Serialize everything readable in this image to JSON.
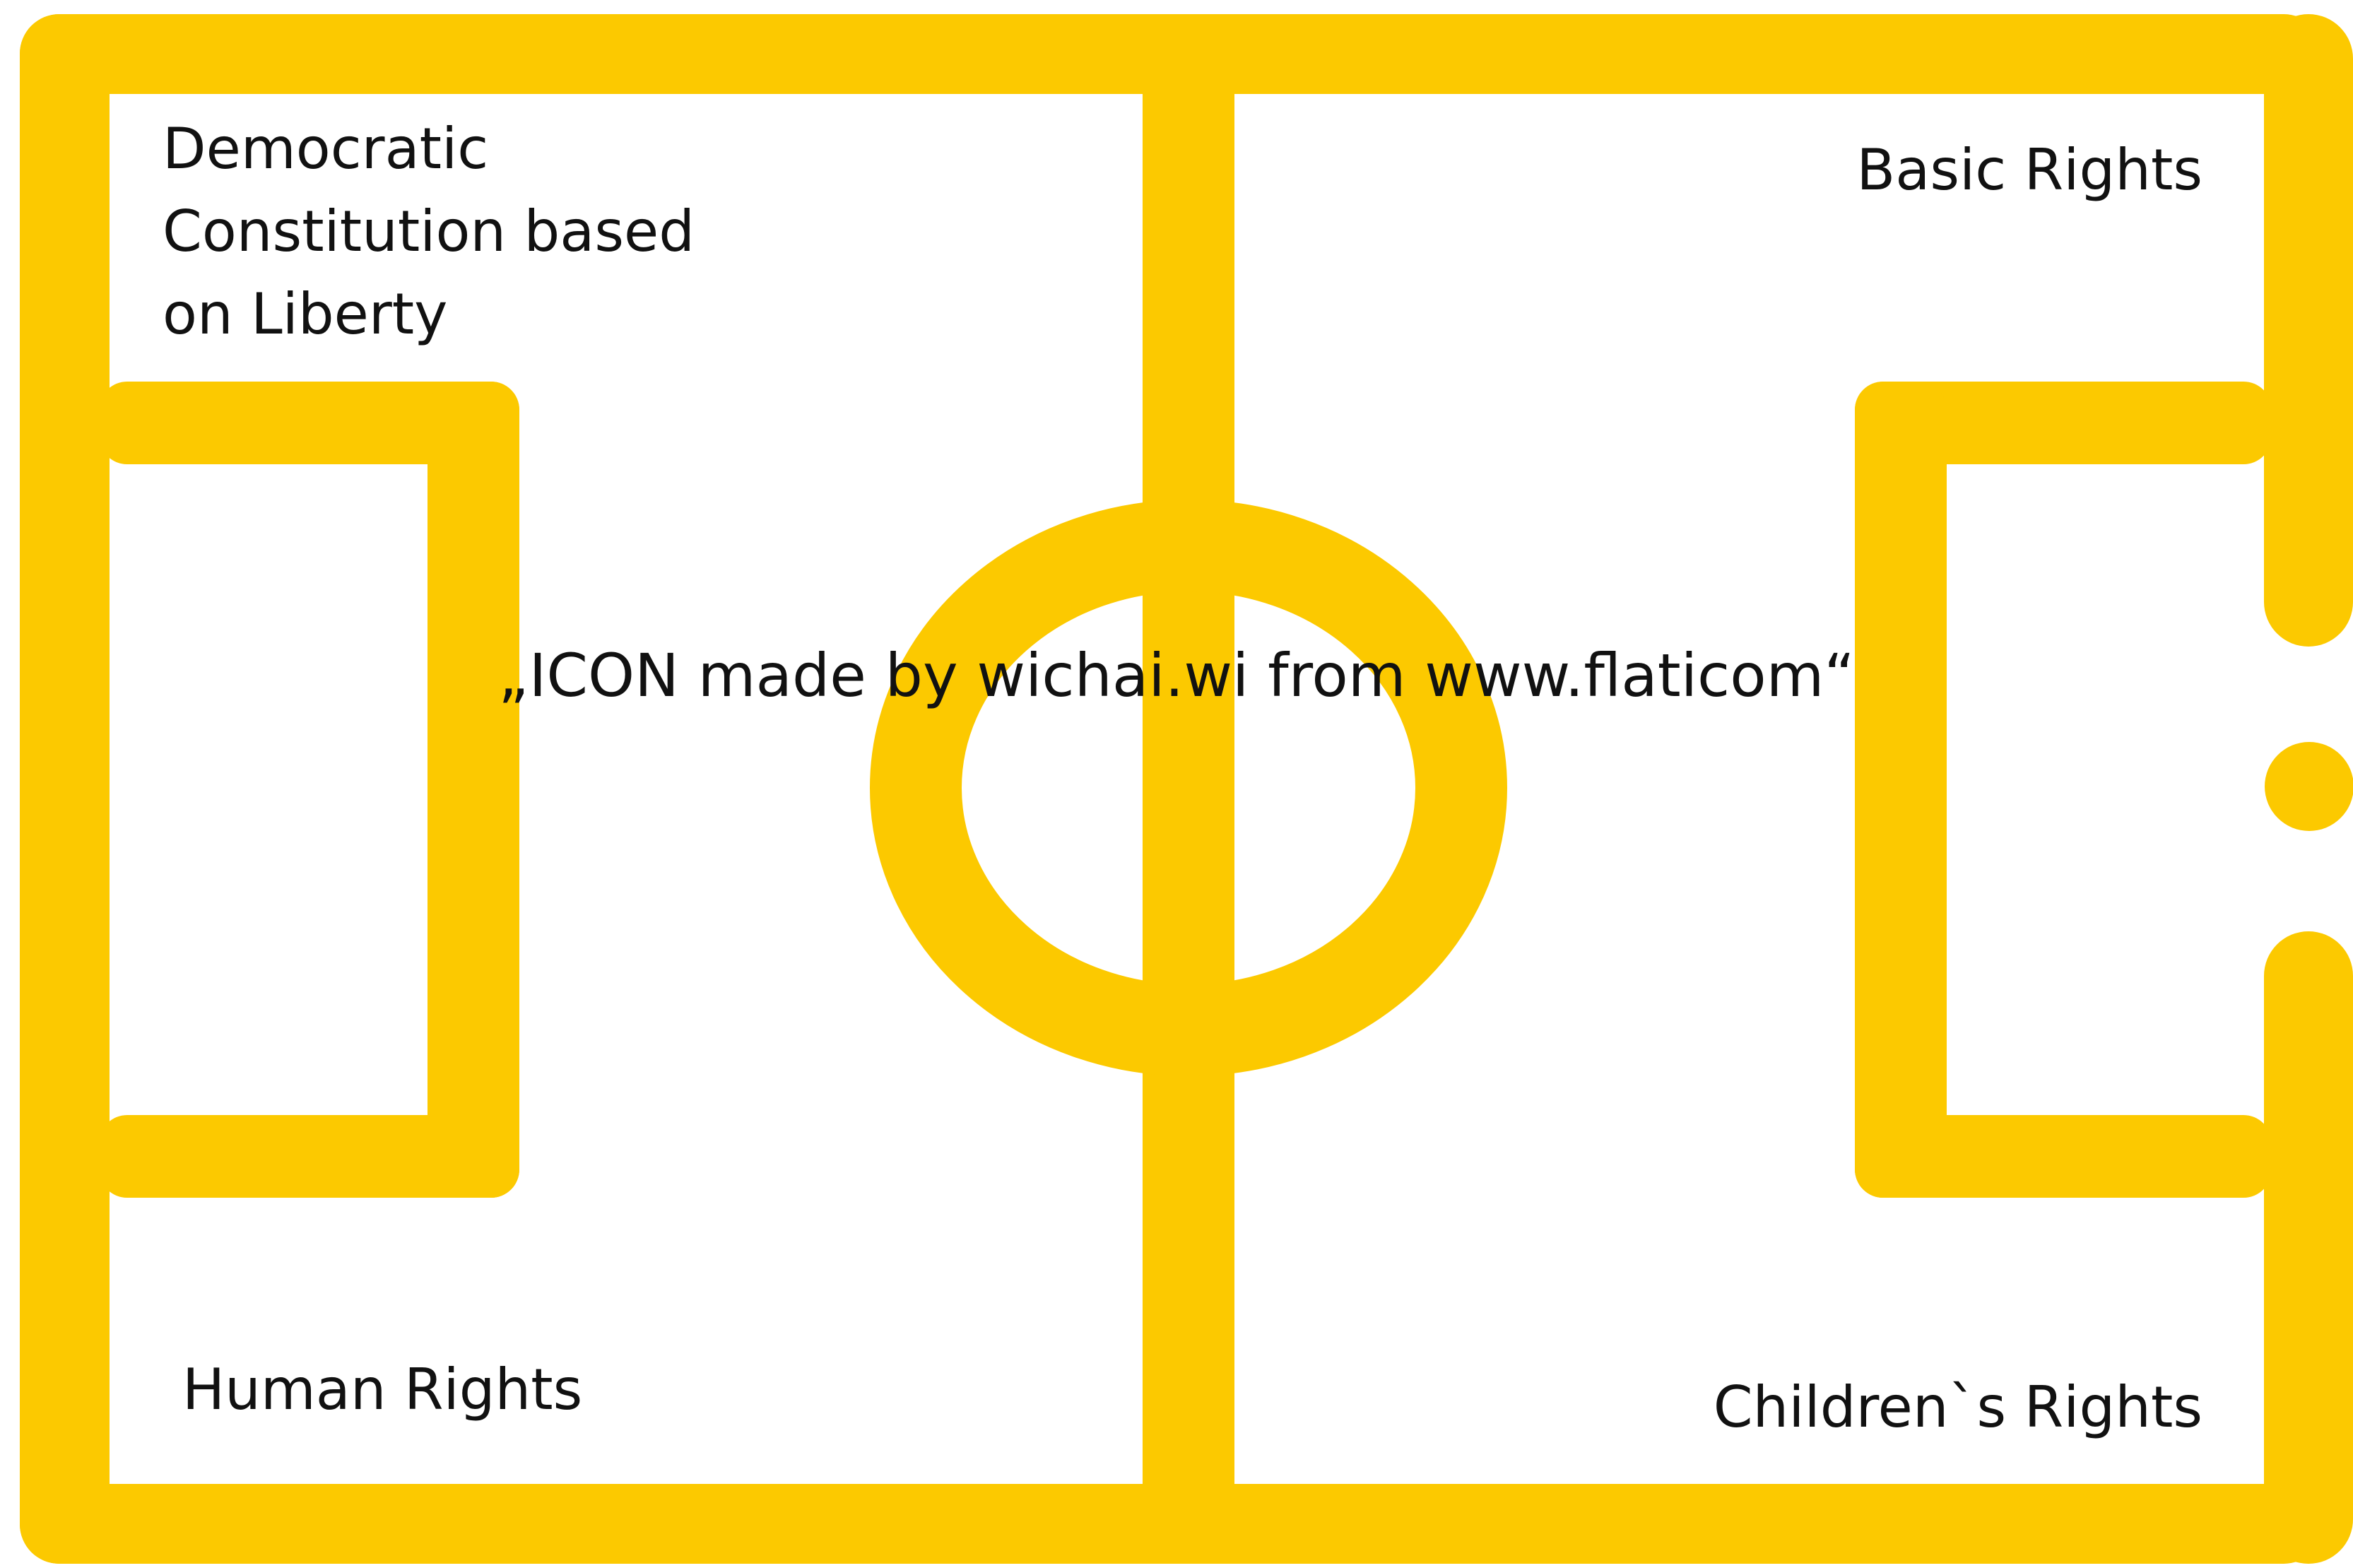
{
  "colors": {
    "background": "#ffffff",
    "line": "#fcc900",
    "text": "#111111"
  },
  "labels": {
    "top_left": "Democratic\nConstitution based\non Liberty",
    "top_right": "Basic Rights",
    "bottom_left": "Human Rights",
    "bottom_right": "Children`s Rights",
    "credit": "„ICON made by wichai.wi from www.flaticom“"
  }
}
